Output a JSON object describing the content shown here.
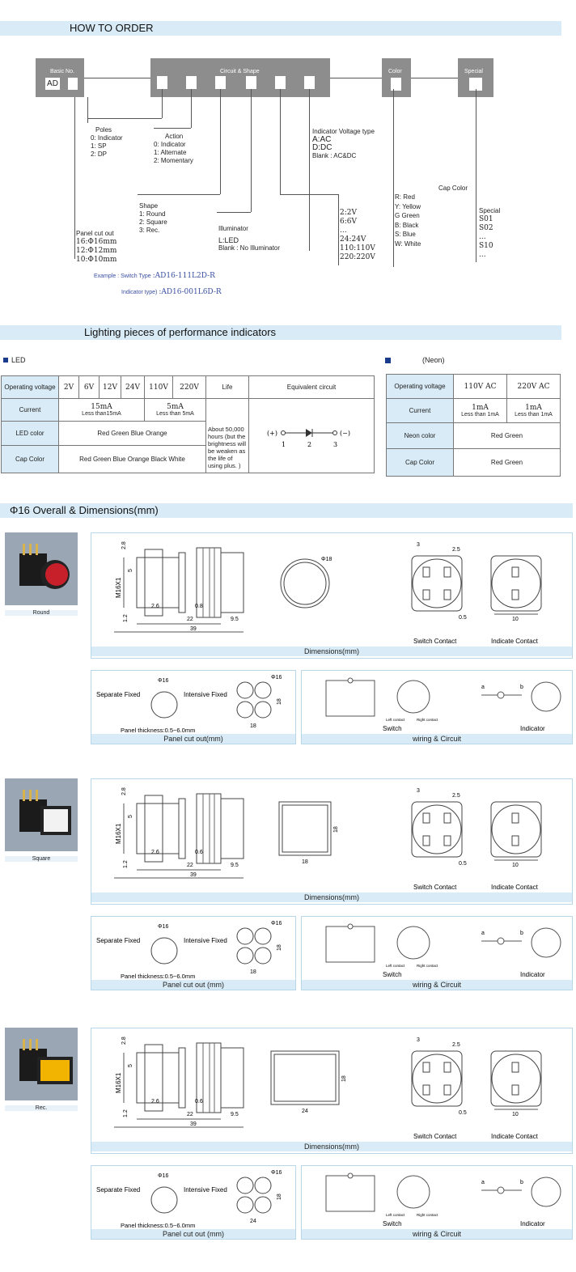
{
  "how_to_order": {
    "title": "HOW TO ORDER",
    "basic_no_label": "Basic No.",
    "basic_no_value": "AD",
    "circuit_shape_label": "Circuit  & Shape",
    "color_label": "Color",
    "special_label": "Special",
    "poles": {
      "title": "Poles",
      "items": [
        "0:  Indicator",
        "1:  SP",
        "2:  DP"
      ]
    },
    "action": {
      "title": "Action",
      "items": [
        "0:  Indicator",
        "1:  Alternate",
        "2:  Momentary"
      ]
    },
    "indicator_voltage": {
      "title": "Indicator Voltage type",
      "items": [
        "A:AC",
        "D:DC",
        "Blank : AC&DC"
      ]
    },
    "shape": {
      "title": "Shape",
      "items": [
        "1:  Round",
        "2:  Square",
        "3:  Rec."
      ]
    },
    "illuminator": {
      "title": "Illuminator",
      "items": [
        "L:LED",
        "Blank :    No Illuminator"
      ]
    },
    "voltages": [
      "2:2V",
      "6:6V",
      "...",
      "24:24V",
      "110:110V",
      "220:220V"
    ],
    "cap_color": {
      "title": "Cap Color",
      "items": [
        "R:  Red",
        "Y:  Yellow",
        "G   Green",
        "B:  Black",
        "S:  Blue",
        "W:  White"
      ]
    },
    "special": {
      "title": "Special",
      "items": [
        "S01",
        "S02",
        "...",
        "S10",
        "..."
      ]
    },
    "panel_cutout": {
      "title": "Panel cut out",
      "items": [
        "16:Φ16mm",
        "12:Φ12mm",
        "10:Φ10mm"
      ]
    },
    "example_label": "Example :   Switch Type",
    "example_value": ":AD16-111L2D-R",
    "indicator_type_label": "Indicator type)",
    "indicator_type_value": ":AD16-001L6D-R"
  },
  "lighting": {
    "title": "Lighting pieces of performance indicators",
    "led_label": "LED",
    "neon_label": "(Neon)",
    "led_table": {
      "operating_voltage": "Operating voltage",
      "voltages": [
        "2V",
        "6V",
        "12V",
        "24V",
        "110V",
        "220V"
      ],
      "life_header": "Life",
      "equiv_header": "Equivalent circuit",
      "current_label": "Current",
      "current_a": "15mA",
      "current_a_sub": "Less than15mA",
      "current_b": "5mA",
      "current_b_sub": "Less than 5mA",
      "life_text": "About 50,000 hours (but the brightness will be weaken as the life of using plus. )",
      "led_color_label": "LED color",
      "led_color_value": "Red  Green  Blue  Orange",
      "cap_color_label": "Cap Color",
      "cap_color_value": "Red  Green  Blue  Orange  Black  White",
      "circuit_plus": "(+)",
      "circuit_minus": "(−)",
      "circuit_nodes": [
        "1",
        "2",
        "3"
      ]
    },
    "neon_table": {
      "operating_voltage": "Operating voltage",
      "voltages": [
        "110V AC",
        "220V AC"
      ],
      "current_label": "Current",
      "current_values": [
        "1mA",
        "1mA"
      ],
      "current_subs": [
        "Less than 1mA",
        "Less than 1mA"
      ],
      "neon_color_label": "Neon color",
      "neon_color_value": "Red  Green",
      "cap_color_label": "Cap Color",
      "cap_color_value": "Red  Green"
    }
  },
  "dimensions_section": {
    "title": "Φ16 Overall & Dimensions(mm)",
    "variants": [
      {
        "label": "Round",
        "dims": {
          "d1": "2.8",
          "d2": "5",
          "d3": "M16X1",
          "d4": "1.2",
          "d5": "2.6",
          "d6": "0.8",
          "d7": "22",
          "d8": "9.5",
          "d9": "39",
          "front": "Φ18"
        },
        "contact": {
          "top1": "3",
          "top2": "2.5",
          "bot1": "0.5",
          "bot2": "10"
        },
        "switch_contact": "Switch Contact",
        "indicate_contact": "Indicate Contact",
        "dimensions_caption": "Dimensions(mm)",
        "cutout": {
          "separate": "Separate Fixed",
          "intensive": "Intensive Fixed",
          "dia1": "Φ16",
          "dia2": "Φ16",
          "side": "18",
          "bottom": "18",
          "thickness": "Panel thickness:0.5~6.0mm",
          "caption": "Panel cut out(mm)"
        },
        "wiring": {
          "switch": "Switch",
          "indicator": "Indicator",
          "caption": "wiring & Circuit",
          "left": "Left contact",
          "right": "Right contact",
          "a": "a",
          "b": "b"
        }
      },
      {
        "label": "Square",
        "dims": {
          "d1": "2.8",
          "d2": "5",
          "d3": "M16X1",
          "d4": "1.2",
          "d5": "2.6",
          "d6": "0.6",
          "d7": "22",
          "d8": "9.5",
          "d9": "39",
          "front_w": "18",
          "front_h": "18"
        },
        "contact": {
          "top1": "3",
          "top2": "2.5",
          "bot1": "0.5",
          "bot2": "10"
        },
        "switch_contact": "Switch Contact",
        "indicate_contact": "Indicate Contact",
        "dimensions_caption": "Dimensions(mm)",
        "cutout": {
          "separate": "Separate Fixed",
          "intensive": "Intensive Fixed",
          "dia1": "Φ16",
          "dia2": "Φ16",
          "side": "18",
          "bottom": "18",
          "thickness": "Panel thickness:0.5~6.0mm",
          "caption": "Panel cut out (mm)"
        },
        "wiring": {
          "switch": "Switch",
          "indicator": "Indicator",
          "caption": "wiring & Circuit",
          "left": "Left contact",
          "right": "Right contact",
          "a": "a",
          "b": "b"
        }
      },
      {
        "label": "Rec.",
        "dims": {
          "d1": "2.8",
          "d2": "5",
          "d3": "M16X1",
          "d4": "1.2",
          "d5": "2.6",
          "d6": "0.6",
          "d7": "22",
          "d8": "9.5",
          "d9": "39",
          "front_w": "24",
          "front_h": "18"
        },
        "contact": {
          "top1": "3",
          "top2": "2.5",
          "bot1": "0.5",
          "bot2": "10"
        },
        "switch_contact": "Switch Contact",
        "indicate_contact": "Indicate Contact",
        "dimensions_caption": "Dimensions(mm)",
        "cutout": {
          "separate": "Separate Fixed",
          "intensive": "Intensive Fixed",
          "dia1": "Φ16",
          "dia2": "Φ16",
          "side": "18",
          "bottom": "24",
          "thickness": "Panel thickness:0.5~6.0mm",
          "caption": "Panel cut out (mm)"
        },
        "wiring": {
          "switch": "Switch",
          "indicator": "Indicator",
          "caption": "wiring & Circuit",
          "left": "Left contact",
          "right": "Right contact",
          "a": "a",
          "b": "b"
        }
      }
    ]
  },
  "colors": {
    "band": "#d8ebf6",
    "header_box": "#8d8d8d",
    "accent_text": "#3a4fa0",
    "led_red": "#c8202a",
    "led_white": "#f2f2f2",
    "led_yellow": "#f2b400"
  }
}
